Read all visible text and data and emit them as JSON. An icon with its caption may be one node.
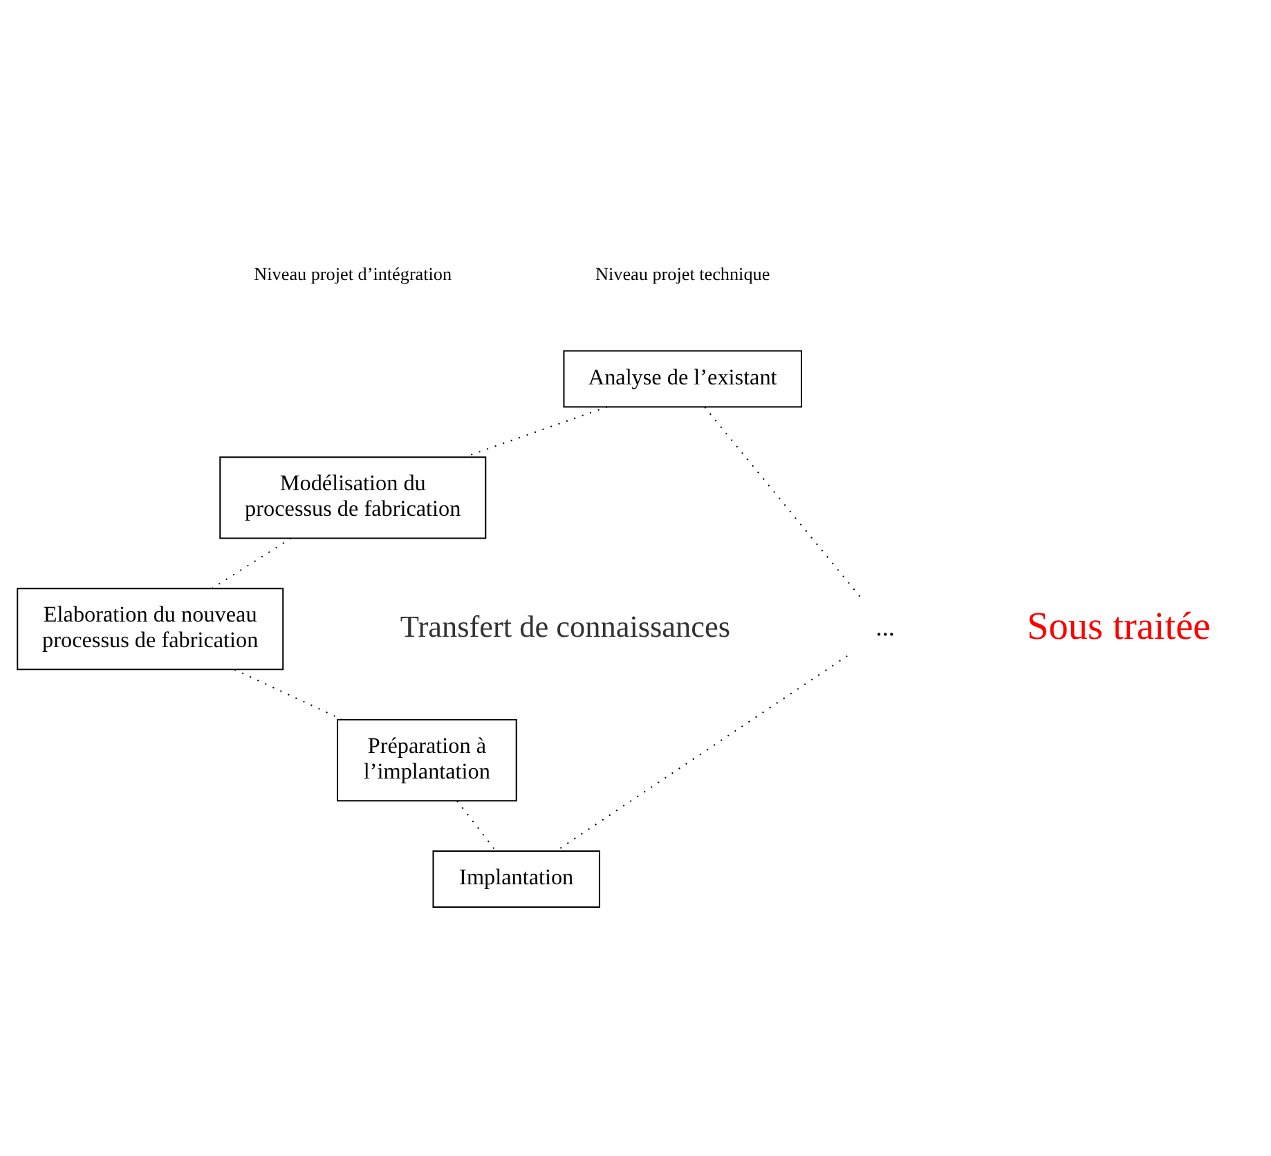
{
  "diagram": {
    "nodes": [
      {
        "text": [
          "Analyse de l’existant"
        ]
      },
      {
        "text": [
          "Modélisation du processus de fabrication"
        ]
      },
      {
        "text": [
          "Elaboration du nouveau processus de fabrication"
        ]
      },
      {
        "text": [
          "Préparation à l’implantation"
        ]
      },
      {
        "text": [
          "..."
        ]
      },
      {
        "text": [
          "Implantation"
        ]
      }
    ],
    "edges": [
      {
        "from": 0,
        "to": 1,
        "arrow": "none"
      },
      {
        "from": 1,
        "to": 2,
        "arrow": "none"
      },
      {
        "from": 2,
        "to": 3,
        "arrow": "none"
      },
      {
        "from": 3,
        "to": 5,
        "arrow": "none"
      },
      {
        "from": 0,
        "to": 4,
        "arrow": "none"
      },
      {
        "from": 4,
        "to": 5,
        "arrow": "none"
      }
    ],
    "labels": [
      "Niveau projet d’intégration",
      "Niveau projet technique",
      "Transfert de connaissances",
      "Sous traitée"
    ]
  }
}
